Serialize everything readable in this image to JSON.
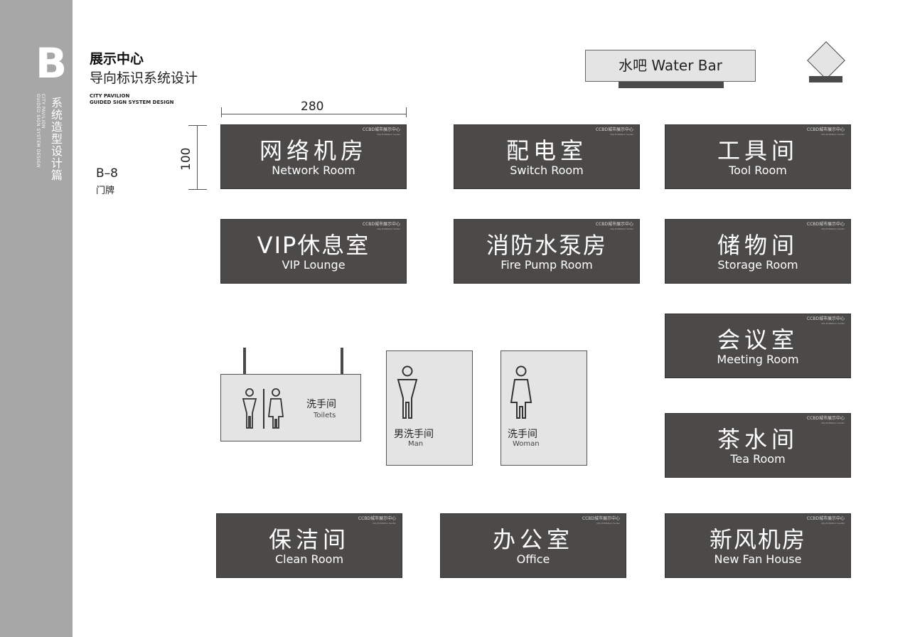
{
  "sidebar": {
    "letter": "B",
    "en_line1": "CITY PAVILION",
    "en_line2": "GUIDED SIGN SYSTEM DESIGN",
    "cn": "系统造型设计篇"
  },
  "header": {
    "title1": "展示中心",
    "title2": "导向标识系统设计",
    "en1": "CITY PAVILION",
    "en2": "GUIDED SIGN SYSTEM DESIGN"
  },
  "item": {
    "code": "B–8",
    "name": "门牌"
  },
  "dimensions": {
    "width": "280",
    "height": "100"
  },
  "brand": {
    "name": "CCBD城市展示中心",
    "sub": "City Exhibition Center"
  },
  "water_bar": {
    "label": "水吧   Water Bar"
  },
  "signs": [
    {
      "cn": "网络机房",
      "en": "Network Room"
    },
    {
      "cn": "配电室",
      "en": "Switch Room"
    },
    {
      "cn": "工具间",
      "en": "Tool Room"
    },
    {
      "cn": "VIP休息室",
      "en": "VIP Lounge"
    },
    {
      "cn": "消防水泵房",
      "en": "Fire Pump Room"
    },
    {
      "cn": "储物间",
      "en": "Storage Room"
    },
    {
      "cn": "会议室",
      "en": "Meeting Room"
    },
    {
      "cn": "茶水间",
      "en": "Tea Room"
    },
    {
      "cn": "保洁间",
      "en": "Clean Room"
    },
    {
      "cn": "办公室",
      "en": "Office"
    },
    {
      "cn": "新风机房",
      "en": "New Fan House"
    }
  ],
  "toilets": {
    "hanging": {
      "cn": "洗手间",
      "en": "Toilets"
    },
    "man": {
      "cn": "男洗手间",
      "en": "Man"
    },
    "woman": {
      "cn": "洗手间",
      "en": "Woman"
    }
  },
  "colors": {
    "sign_bg": "#4b4a49",
    "sidebar": "#a7a7a7",
    "light_panel": "#e4e4e4"
  }
}
